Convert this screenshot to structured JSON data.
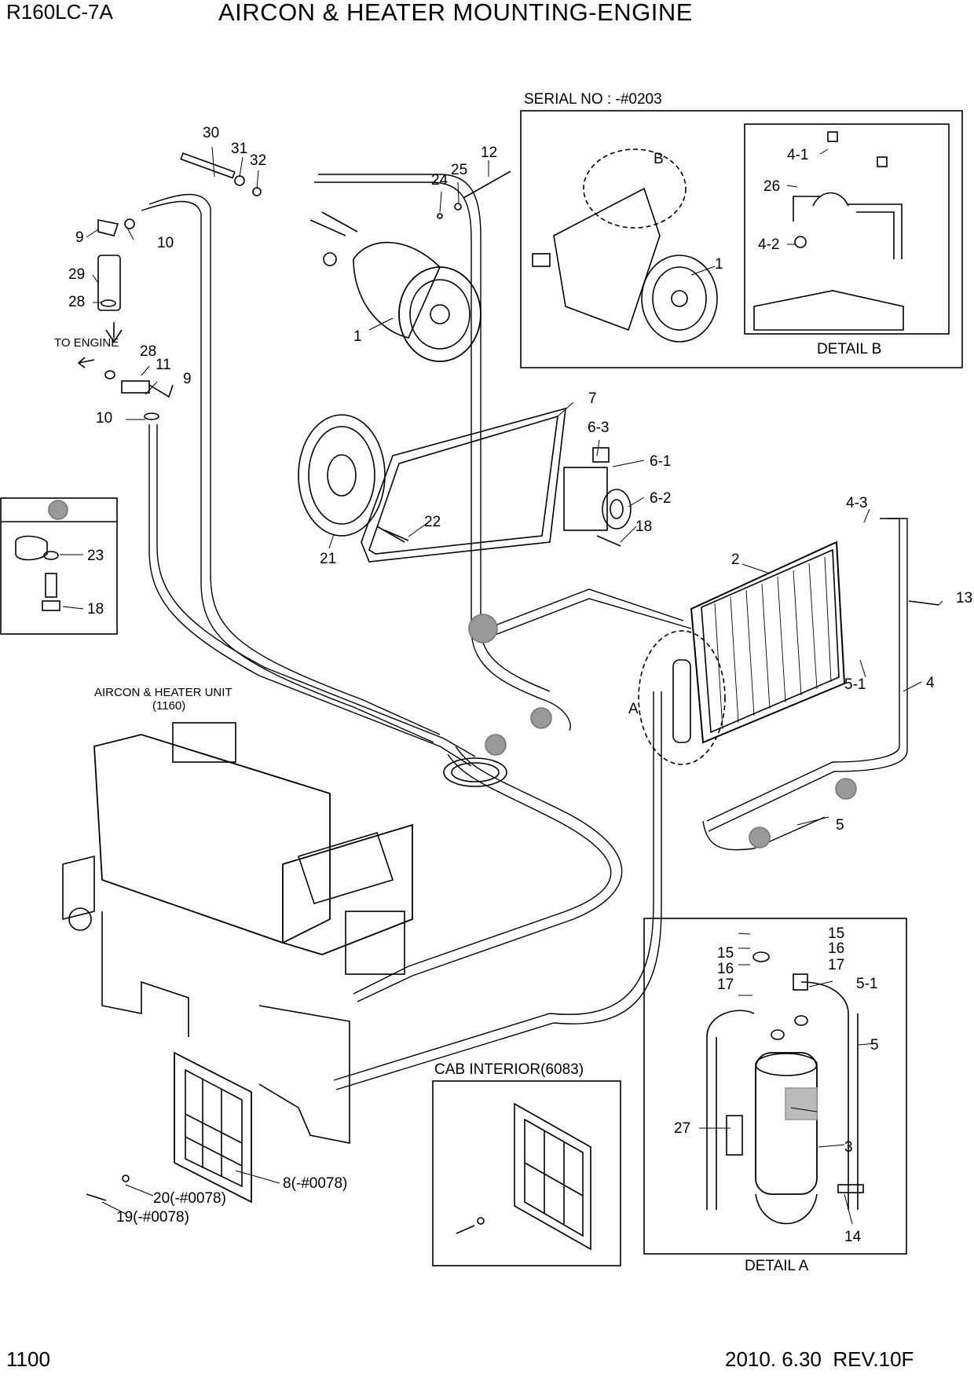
{
  "header": {
    "model": "R160LC-7A",
    "title": "AIRCON & HEATER MOUNTING-ENGINE"
  },
  "footer": {
    "page_number": "1100",
    "revision": "2010. 6.30  REV.10F"
  },
  "boxes": {
    "serial": "SERIAL NO : -#0203",
    "detail_b": "DETAIL B",
    "detail_a": "DETAIL A",
    "cab_interior": "CAB INTERIOR(6083)",
    "aircon_unit_line1": "AIRCON & HEATER UNIT",
    "aircon_unit_line2": "(1160)",
    "to_engine": "TO ENGINE",
    "detail_letter_a": "A",
    "detail_letter_b": "B"
  },
  "callouts": {
    "c30": "30",
    "c31": "31",
    "c32": "32",
    "c24": "24",
    "c25": "25",
    "c12": "12",
    "c9a": "9",
    "c10a": "10",
    "c29": "29",
    "c28a": "28",
    "c28b": "28",
    "c11": "11",
    "c9b": "9",
    "c10b": "10",
    "c1a": "1",
    "c7": "7",
    "c6_3": "6-3",
    "c6_1": "6-1",
    "c6_2": "6-2",
    "c18a": "18",
    "c22": "22",
    "c21": "21",
    "c23": "23",
    "c18b": "18",
    "c4_3": "4-3",
    "c2": "2",
    "c13": "13",
    "c5_1a": "5-1",
    "c4": "4",
    "c5a": "5",
    "c4_1": "4-1",
    "c26": "26",
    "c4_2": "4-2",
    "c1b": "1",
    "c15a": "15",
    "c16a": "16",
    "c17a": "17",
    "c15b": "15",
    "c16b": "16",
    "c17b": "17",
    "c5_1b": "5-1",
    "c5b": "5",
    "c27": "27",
    "c3": "3",
    "c14": "14",
    "c8": "8(-#0078)",
    "c20": "20(-#0078)",
    "c19": "19(-#0078)"
  }
}
